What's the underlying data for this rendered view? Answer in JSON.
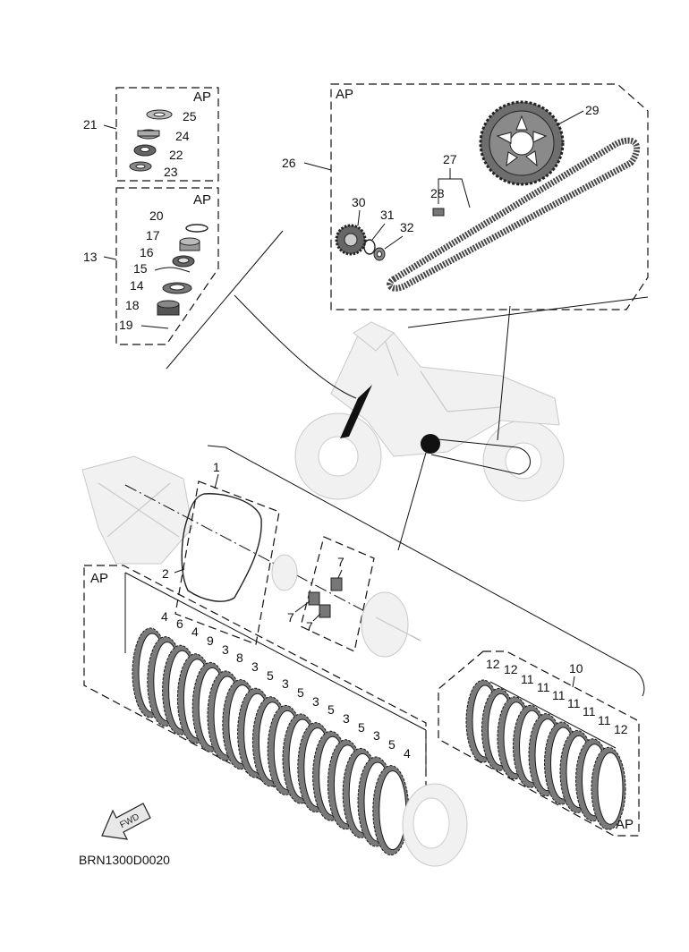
{
  "diagram_code": "BRN1300D0020",
  "direction_label": "FWD",
  "group_note": "AP",
  "parts": {
    "p1": "1",
    "p2": "2",
    "p3": "3",
    "p4": "4",
    "p5": "5",
    "p6": "6",
    "p7": "7",
    "p8": "8",
    "p9": "9",
    "p10": "10",
    "p11": "11",
    "p12": "12",
    "p13": "13",
    "p14": "14",
    "p15": "15",
    "p16": "16",
    "p17": "17",
    "p18": "18",
    "p19": "19",
    "p20": "20",
    "p21": "21",
    "p22": "22",
    "p23": "23",
    "p24": "24",
    "p25": "25",
    "p26": "26",
    "p27": "27",
    "p28": "28",
    "p29": "29",
    "p30": "30",
    "p31": "31",
    "p32": "32"
  }
}
